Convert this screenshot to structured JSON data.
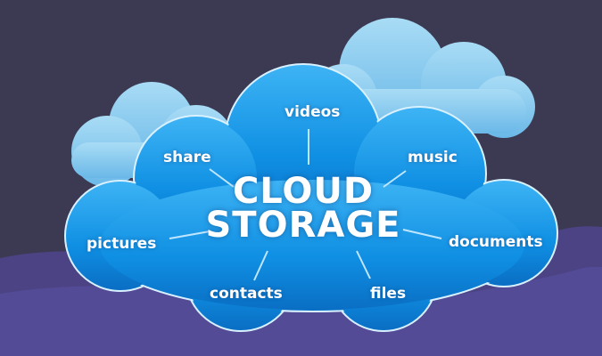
{
  "diagram": {
    "title_line1": "CLOUD",
    "title_line2": "STORAGE",
    "labels": {
      "videos": "videos",
      "share": "share",
      "music": "music",
      "pictures": "pictures",
      "documents": "documents",
      "contacts": "contacts",
      "files": "files"
    }
  },
  "colors": {
    "background": "#3c3a52",
    "wave": "#4b4383",
    "cloud_main": "#0f8fe3",
    "cloud_back": "#8fd0f2",
    "text": "#ffffff"
  }
}
